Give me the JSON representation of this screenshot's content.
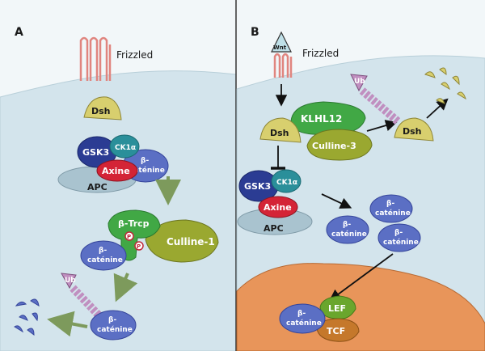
{
  "panel_a": {
    "letter": "A",
    "frizzled": "Frizzled",
    "dsh": "Dsh",
    "gsk3": "GSK3",
    "ck1a": "CK1α",
    "axine": "Axine",
    "beta_cat_1": "β-",
    "beta_cat_2": "caténine",
    "apc": "APC",
    "btrcp": "β-Trcp",
    "culline1": "Culline-1",
    "p": "P",
    "ub": "Ub"
  },
  "panel_b": {
    "letter": "B",
    "wnt": "Wnt",
    "frizzled": "Frizzled",
    "dsh": "Dsh",
    "klhl12": "KLHL12",
    "culline3": "Culline-3",
    "ub": "Ub",
    "gsk3": "GSK3",
    "ck1a": "CK1α",
    "axine": "Axine",
    "apc": "APC",
    "beta_cat_1": "β-",
    "beta_cat_2": "caténine",
    "lef": "LEF",
    "tcf": "TCF"
  },
  "colors": {
    "background": "#cde2ea",
    "cytoplasm": "#d4e5ec",
    "membrane_bg": "#f2f7f9",
    "nucleus": "#e8955a",
    "dsh": "#d8cf6e",
    "gsk3": "#2b3c93",
    "ck1a": "#2a8f9a",
    "axine": "#d42436",
    "beta_catenin": "#5b6fc4",
    "apc": "#a9c3cf",
    "btrcp": "#41a845",
    "culline": "#9aa830",
    "klhl12": "#41a845",
    "lef": "#6aa62d",
    "tcf": "#c5782b",
    "ub": "#c08fc0",
    "arrow_green": "#7d9a5c",
    "arrow_black": "#111111",
    "frizzled": "#e0857f"
  }
}
